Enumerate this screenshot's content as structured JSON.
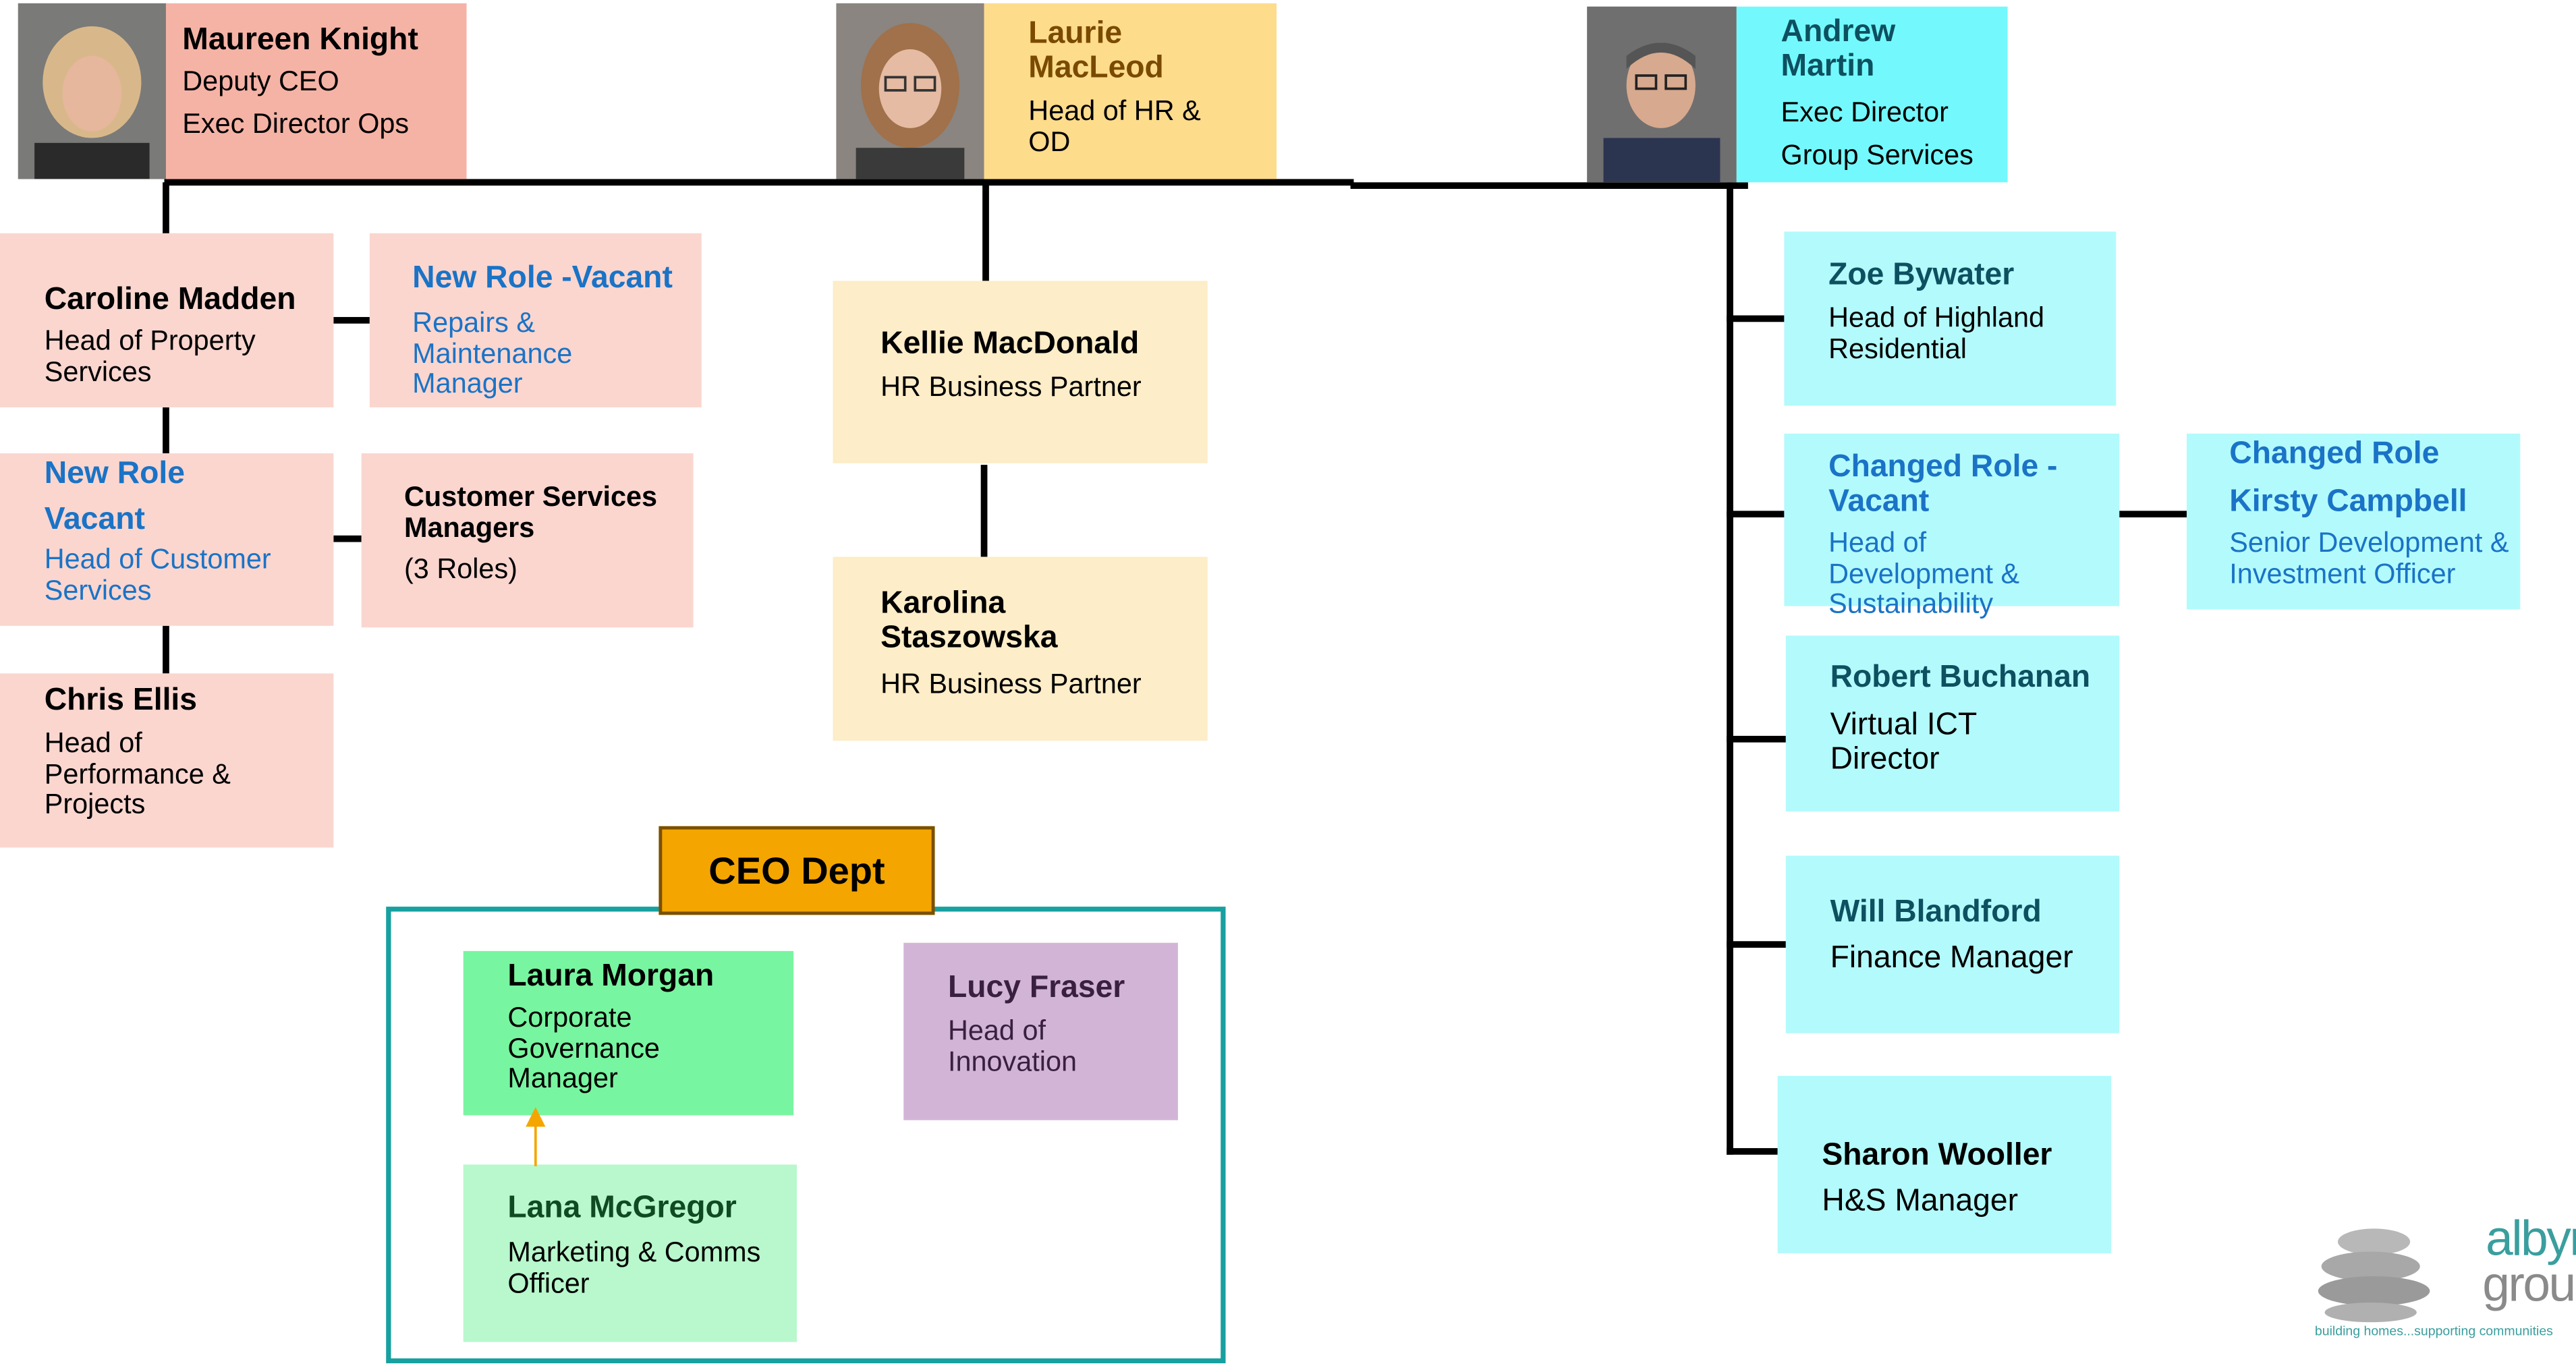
{
  "executives": {
    "maureen": {
      "name": "Maureen Knight",
      "line1": "Deputy CEO",
      "line2": "Exec Director Ops"
    },
    "laurie": {
      "name": "Laurie MacLeod",
      "line1": "Head of HR & OD"
    },
    "andrew": {
      "name": "Andrew Martin",
      "line1": "Exec Director",
      "line2": "Group Services"
    }
  },
  "ops": {
    "caroline": {
      "name": "Caroline Madden",
      "role": "Head of Property Services"
    },
    "repairs": {
      "name": "New Role -Vacant",
      "role": "Repairs & Maintenance Manager"
    },
    "customer_head": {
      "name1": "New Role",
      "name2": "Vacant",
      "role": "Head of Customer Services"
    },
    "csm": {
      "name": "Customer Services Managers",
      "role": "(3 Roles)"
    },
    "chris": {
      "name": "Chris Ellis",
      "role": "Head of Performance & Projects"
    }
  },
  "hr": {
    "kellie": {
      "name": "Kellie MacDonald",
      "role": "HR Business Partner"
    },
    "karolina": {
      "name": "Karolina Staszowska",
      "role": "HR Business Partner"
    }
  },
  "group_services": {
    "zoe": {
      "name": "Zoe Bywater",
      "role": "Head of Highland Residential"
    },
    "dev": {
      "name": "Changed Role - Vacant",
      "role": "Head of Development & Sustainability"
    },
    "kirsty": {
      "name1": "Changed Role",
      "name2": "Kirsty Campbell",
      "role": "Senior Development & Investment Officer"
    },
    "robert": {
      "name": "Robert Buchanan",
      "role": "Virtual ICT Director"
    },
    "will": {
      "name": "Will Blandford",
      "role": "Finance Manager"
    },
    "sharon": {
      "name": "Sharon Wooller",
      "role": "H&S Manager"
    }
  },
  "ceo_dept": {
    "title": "CEO Dept",
    "laura": {
      "name": "Laura Morgan",
      "role": "Corporate Governance Manager"
    },
    "lucy": {
      "name": "Lucy Fraser",
      "role": "Head of Innovation"
    },
    "lana": {
      "name": "Lana McGregor",
      "role": "Marketing & Comms Officer"
    }
  },
  "logo": {
    "word1": "albyn",
    "word2": "group",
    "tagline": "building homes...supporting communities"
  },
  "colors": {
    "ops_exec": "#f5b3a6",
    "ops_box": "#fad6cf",
    "hr_exec": "#fddc8c",
    "hr_box": "#fdedc8",
    "gs_exec": "#73f9fd",
    "gs_box": "#b3fafc",
    "ceo_label": "#f5a500",
    "ceo_border": "#17a0a0",
    "laura": "#78f5a0",
    "lana": "#b8f8cc",
    "lucy": "#d2b5d6",
    "vacant_text": "#1a73c6"
  }
}
